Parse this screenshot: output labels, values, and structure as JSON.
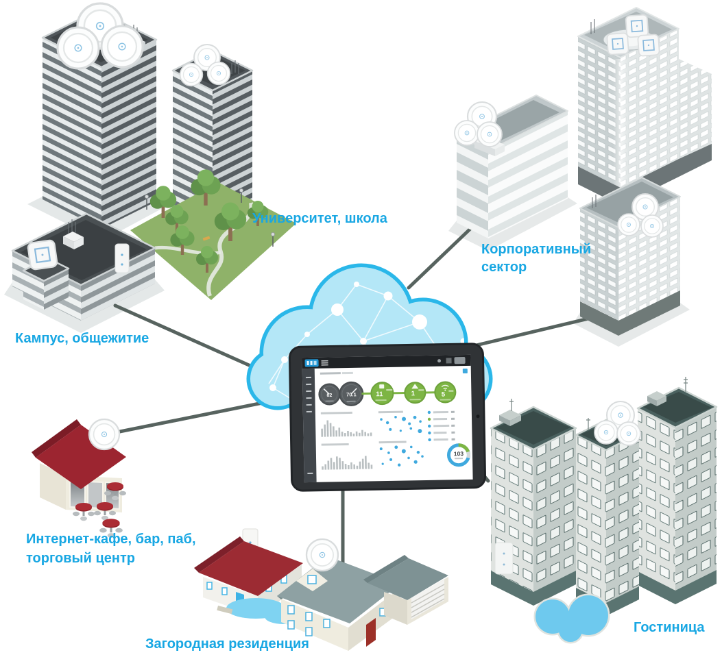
{
  "labels": {
    "university": "Университет, школа",
    "campus": "Кампус, общежитие",
    "corporate": [
      "Корпоративный",
      "сектор"
    ],
    "cafe": [
      "Интернет-кафе, бар, паб,",
      "торговый центр"
    ],
    "residence": "Загородная резиденция",
    "hotel": "Гостиница"
  },
  "colors": {
    "label_text": "#18a7e3",
    "connection_line": "#57635f",
    "cloud_fill": "#b4e7f7",
    "cloud_stroke": "#2ab7e9",
    "dashboard_green": "#7db544",
    "dashboard_blue": "#3fa9de"
  },
  "dashboard": {
    "gauge_left": "82",
    "gauge_right": "70.1",
    "device_counts": [
      "11",
      "1",
      "5"
    ],
    "clients_total": "103"
  },
  "icons": {
    "access_point_round": "wifi-ap-disc-icon",
    "access_point_square": "wifi-ap-square-icon",
    "cloud": "cloud-network-icon",
    "tablet": "controller-tablet-icon"
  }
}
